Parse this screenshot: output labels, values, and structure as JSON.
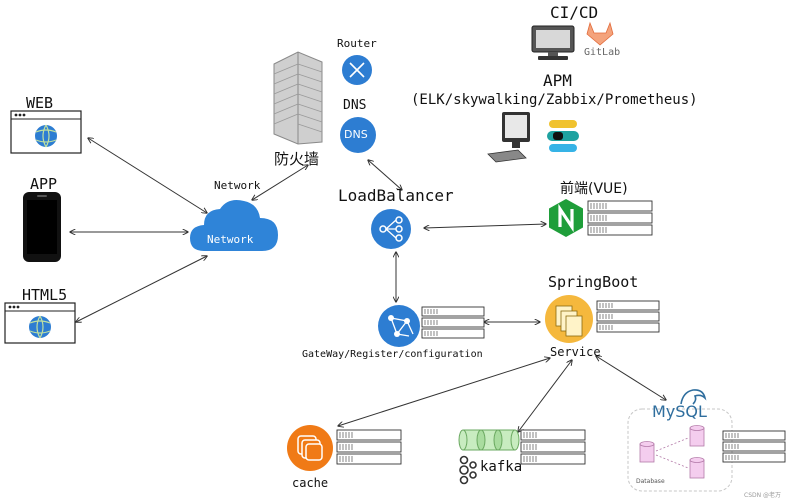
{
  "labels": {
    "web": "WEB",
    "app": "APP",
    "html5": "HTML5",
    "network_top": "Network",
    "network_cloud": "Network",
    "firewall": "防火墙",
    "router": "Router",
    "dns_title": "DNS",
    "dns_circle": "DNS",
    "loadbalancer": "LoadBalancer",
    "cicd": "CI/CD",
    "gitlab": "GitLab",
    "apm": "APM",
    "apm_tools": "(ELK/skywalking/Zabbix/Prometheus)",
    "frontend": "前端(VUE)",
    "springboot": "SpringBoot",
    "gateway": "GateWay/Register/configuration",
    "service": "Service",
    "mysql": "MySQL",
    "database": "Database",
    "cache": "cache",
    "kafka": "kafka",
    "watermark": "CSDN @老万"
  },
  "colors": {
    "blue": "#2d7dd2",
    "cloud": "#2f84d8",
    "orange": "#f07a16",
    "green": "#1f9e3a",
    "springboot_yellow": "#f5b83d",
    "mysql_blue": "#2f6e9e",
    "kafka_green": "#9fd39a"
  }
}
